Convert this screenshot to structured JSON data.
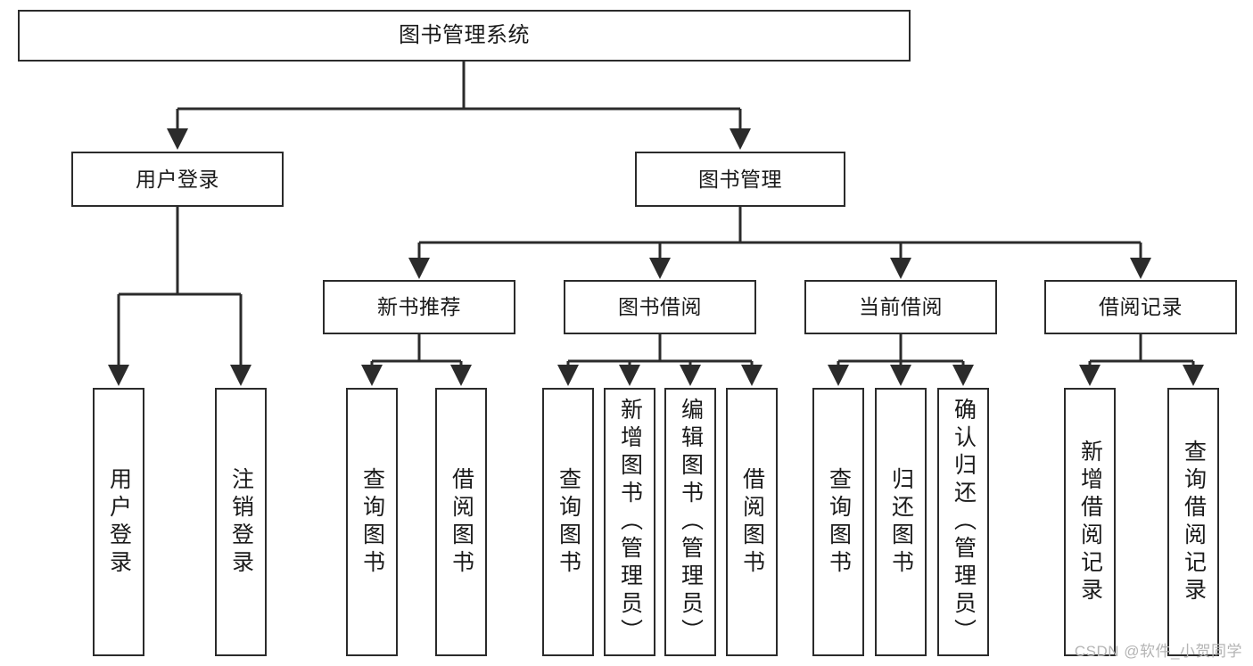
{
  "diagram": {
    "title_node": {
      "id": "root",
      "label": "图书管理系统"
    },
    "level1": [
      {
        "id": "user-login",
        "label": "用户登录"
      },
      {
        "id": "book-manage",
        "label": "图书管理"
      }
    ],
    "level2": [
      {
        "id": "new-book-recommend",
        "label": "新书推荐"
      },
      {
        "id": "book-borrow",
        "label": "图书借阅"
      },
      {
        "id": "current-borrow",
        "label": "当前借阅"
      },
      {
        "id": "borrow-record",
        "label": "借阅记录"
      }
    ],
    "leaves": [
      {
        "id": "leaf-user-login",
        "label": "用户登录",
        "parent": "user-login"
      },
      {
        "id": "leaf-logout",
        "label": "注销登录",
        "parent": "user-login"
      },
      {
        "id": "leaf-query-book-1",
        "label": "查询图书",
        "parent": "new-book-recommend"
      },
      {
        "id": "leaf-borrow-book-1",
        "label": "借阅图书",
        "parent": "new-book-recommend"
      },
      {
        "id": "leaf-query-book-2",
        "label": "查询图书",
        "parent": "book-borrow"
      },
      {
        "id": "leaf-add-book",
        "label": "新增图书（管理员）",
        "parent": "book-borrow"
      },
      {
        "id": "leaf-edit-book",
        "label": "编辑图书（管理员）",
        "parent": "book-borrow"
      },
      {
        "id": "leaf-borrow-book-2",
        "label": "借阅图书",
        "parent": "book-borrow"
      },
      {
        "id": "leaf-query-book-3",
        "label": "查询图书",
        "parent": "current-borrow"
      },
      {
        "id": "leaf-return-book",
        "label": "归还图书",
        "parent": "current-borrow"
      },
      {
        "id": "leaf-confirm-return",
        "label": "确认归还（管理员）",
        "parent": "current-borrow"
      },
      {
        "id": "leaf-add-record",
        "label": "新增借阅记录",
        "parent": "borrow-record"
      },
      {
        "id": "leaf-query-record",
        "label": "查询借阅记录",
        "parent": "borrow-record"
      }
    ],
    "colors": {
      "line": "#2b2b2b",
      "box_border": "#2b2b2b",
      "box_fill": "#ffffff",
      "text": "#1a1a1a",
      "watermark": "#b4b4b4"
    }
  },
  "watermark": {
    "text": "CSDN @软件_小贺同学"
  }
}
